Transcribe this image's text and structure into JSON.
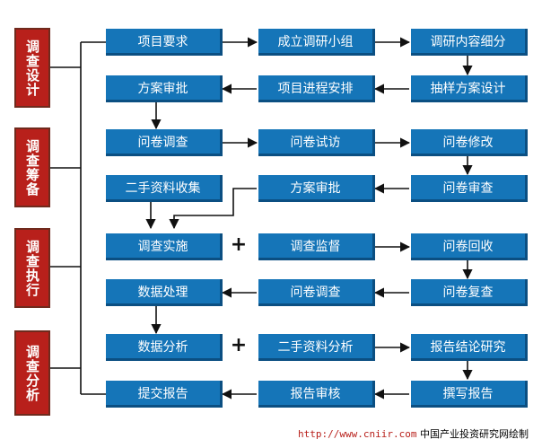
{
  "stages": [
    "调查设计",
    "调查筹备",
    "调查执行",
    "调查分析"
  ],
  "rows": [
    [
      "项目要求",
      "成立调研小组",
      "调研内容细分"
    ],
    [
      "方案审批",
      "项目进程安排",
      "抽样方案设计"
    ],
    [
      "问卷调查",
      "问卷试访",
      "问卷修改"
    ],
    [
      "二手资料收集",
      "方案审批",
      "问卷审查"
    ],
    [
      "调查实施",
      "调查监督",
      "问卷回收"
    ],
    [
      "数据处理",
      "问卷调查",
      "问卷复查"
    ],
    [
      "数据分析",
      "二手资料分析",
      "报告结论研究"
    ],
    [
      "提交报告",
      "报告审核",
      "撰写报告"
    ]
  ],
  "plus": "+",
  "footer": {
    "url": "http://www.cniir.com",
    "credit": "中国产业投资研究网绘制"
  },
  "colors": {
    "stage_fill": "#b8201b",
    "box_fill": "#1575b8",
    "line": "#111111"
  }
}
